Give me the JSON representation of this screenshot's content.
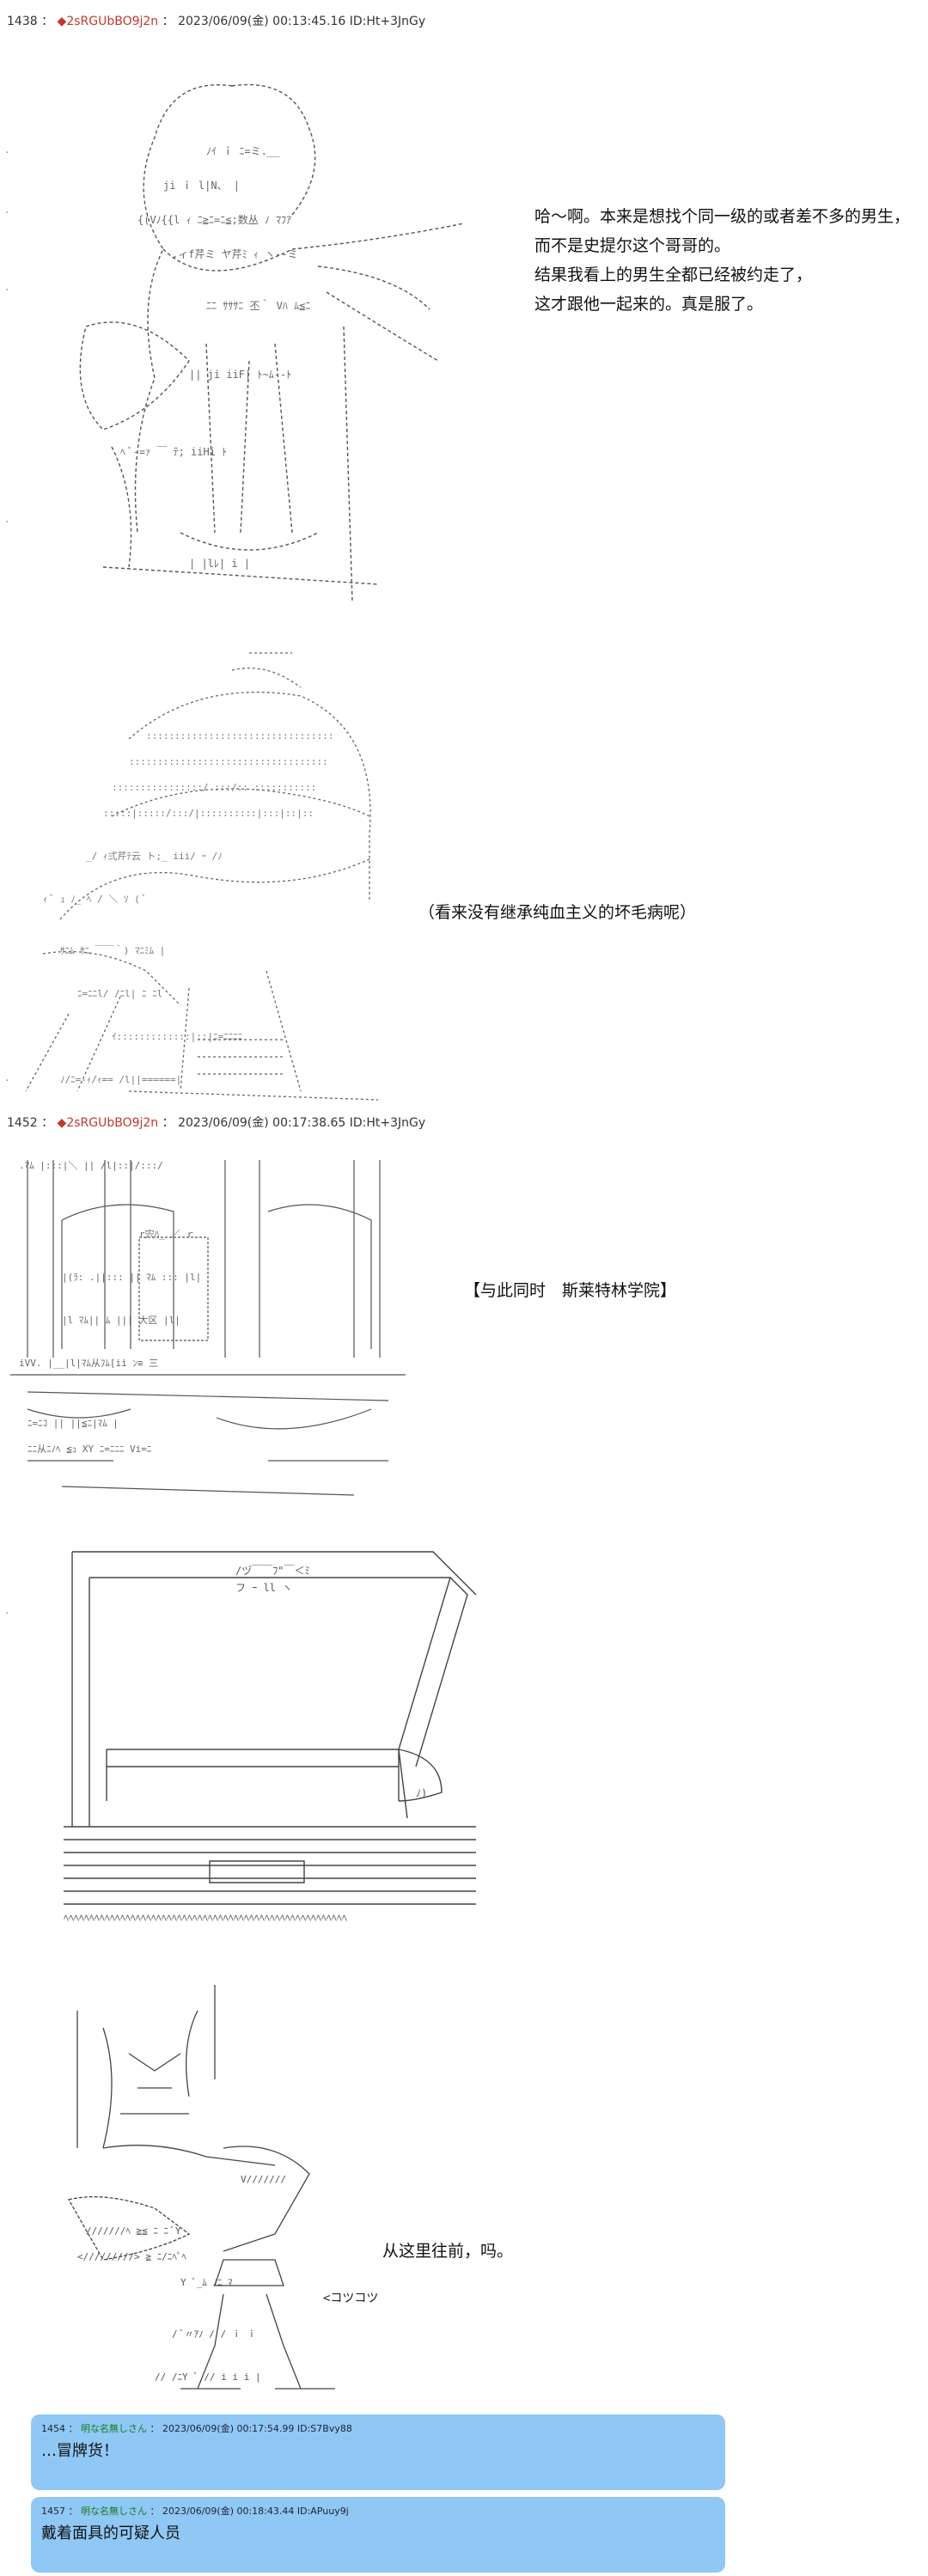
{
  "posts": [
    {
      "num": "1438",
      "name": "◆2sRGUbBO9j2n",
      "datetime": "2023/06/09(金) 00:13:45.16",
      "id": "ID:Ht+3JnGy"
    },
    {
      "num": "1452",
      "name": "◆2sRGUbBO9j2n",
      "datetime": "2023/06/09(金) 00:17:38.65",
      "id": "ID:Ht+3JnGy"
    }
  ],
  "narration": {
    "p1_lines": [
      "哈～啊。本来是想找个同一级的或者差不多的男生，",
      "而不是史提尔这个哥哥的。",
      "结果我看上的男生全都已经被约走了，",
      "这才跟他一起来的。真是服了。"
    ],
    "p1_aside": "（看来没有继承纯血主义的坏毛病呢）",
    "p2_location": "【与此同时　斯莱特林学院】",
    "p2_line": "从这里往前，吗。",
    "sfx": "<コツコツ"
  },
  "replies": [
    {
      "num": "1454",
      "name": "明な名無しさん",
      "datetime": "2023/06/09(金) 00:17:54.99",
      "id": "ID:S7Bvy88",
      "text": "…冒牌货！"
    },
    {
      "num": "1457",
      "name": "明な名無しさん",
      "datetime": "2023/06/09(金) 00:18:43.44 ID:APuuy9j",
      "id": "",
      "text": "戴着面具的可疑人员"
    }
  ],
  "colors": {
    "reply_bg": "#8fc7f5",
    "name_red": "#c0392b",
    "reply_name_green": "#1b7a1b"
  }
}
